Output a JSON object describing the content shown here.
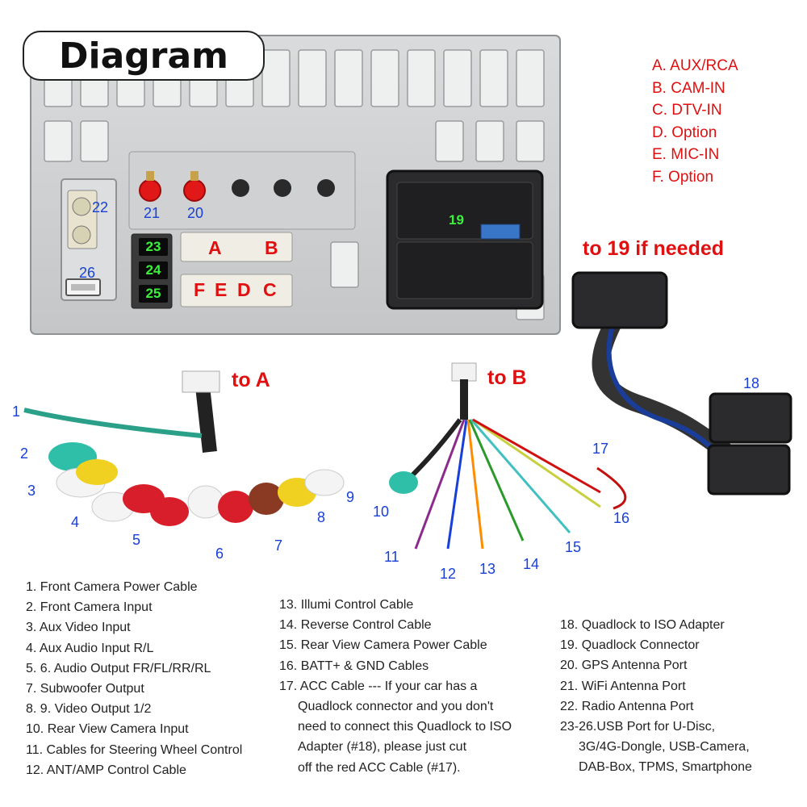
{
  "title": "Diagram",
  "legend": [
    "A. AUX/RCA",
    "B. CAM-IN",
    "C. DTV-IN",
    "D. Option",
    "E. MIC-IN",
    "F. Option"
  ],
  "callouts": {
    "to_19": "to 19 if needed",
    "to_a": "to A",
    "to_b": "to B"
  },
  "unit_labels": {
    "n22": "22",
    "n21": "21",
    "n20": "20",
    "n26": "26",
    "n19": "19",
    "n23": "23",
    "n24": "24",
    "n25": "25",
    "port_a": "A",
    "port_b": "B",
    "port_f": "F",
    "port_e": "E",
    "port_d": "D",
    "port_c": "C"
  },
  "cable_numbers": {
    "n1": "1",
    "n2": "2",
    "n3": "3",
    "n4": "4",
    "n5": "5",
    "n6": "6",
    "n7": "7",
    "n8": "8",
    "n9": "9",
    "n10": "10",
    "n11": "11",
    "n12": "12",
    "n13": "13",
    "n14": "14",
    "n15": "15",
    "n16": "16",
    "n17": "17",
    "n18": "18"
  },
  "list_left": [
    "1. Front Camera Power Cable",
    "2. Front Camera Input",
    "3. Aux Video Input",
    "4. Aux Audio Input R/L",
    "5. 6. Audio Output FR/FL/RR/RL",
    "7. Subwoofer Output",
    "8. 9. Video Output 1/2",
    "10. Rear View Camera Input",
    "11. Cables for Steering Wheel Control",
    "12. ANT/AMP Control Cable"
  ],
  "list_middle": [
    "13. Illumi Control Cable",
    "14. Reverse Control Cable",
    "15. Rear View Camera Power Cable",
    "16. BATT+ & GND Cables",
    "17. ACC Cable --- If your car has a",
    "Quadlock connector and you don't",
    "need to connect this Quadlock to ISO",
    "Adapter (#18), please just cut",
    "off the red ACC Cable (#17)."
  ],
  "list_right": [
    "18. Quadlock to ISO Adapter",
    "19. Quadlock Connector",
    "20. GPS Antenna Port",
    "21. WiFi Antenna Port",
    "22. Radio Antenna Port",
    "23-26.USB Port for U-Disc,",
    "3G/4G-Dongle, USB-Camera,",
    "DAB-Box, TPMS, Smartphone"
  ],
  "colors": {
    "accent_red": "#e01010",
    "number_blue": "#1840d8",
    "usb_green": "#3df03d"
  }
}
